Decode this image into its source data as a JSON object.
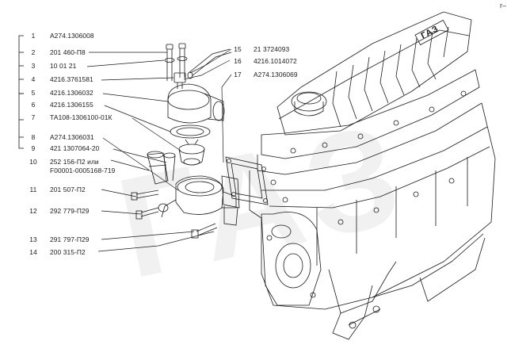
{
  "corner_mark": "r–",
  "watermark": "ГАЗ",
  "engine_logo": "ГАЗ",
  "callouts_left": [
    {
      "num": "1",
      "code": "А274.1306008"
    },
    {
      "num": "2",
      "code": "201 460-П8"
    },
    {
      "num": "3",
      "code": "10 01 21"
    },
    {
      "num": "4",
      "code": "4216.3761581"
    },
    {
      "num": "5",
      "code": "4216.1306032"
    },
    {
      "num": "6",
      "code": "4216.1306155"
    },
    {
      "num": "7",
      "code": "ТА108-1306100-01К"
    },
    {
      "num": "8",
      "code": "А274.1306031"
    },
    {
      "num": "9",
      "code": "421 1307064-20"
    },
    {
      "num": "10",
      "code": "252 156-П2 или"
    },
    {
      "num": "",
      "code": "F00001-0005168-719"
    },
    {
      "num": "11",
      "code": "201 507-П2"
    },
    {
      "num": "12",
      "code": "292 779-П29"
    },
    {
      "num": "13",
      "code": "291 797-П29"
    },
    {
      "num": "14",
      "code": "200 315-П2"
    }
  ],
  "callouts_right": [
    {
      "num": "15",
      "code": "21 3724093"
    },
    {
      "num": "16",
      "code": "4216.1014072"
    },
    {
      "num": "17",
      "code": "А274.1306069"
    }
  ],
  "colors": {
    "line": "#1a1a1a",
    "text": "#1a1a1a",
    "background": "#ffffff"
  }
}
